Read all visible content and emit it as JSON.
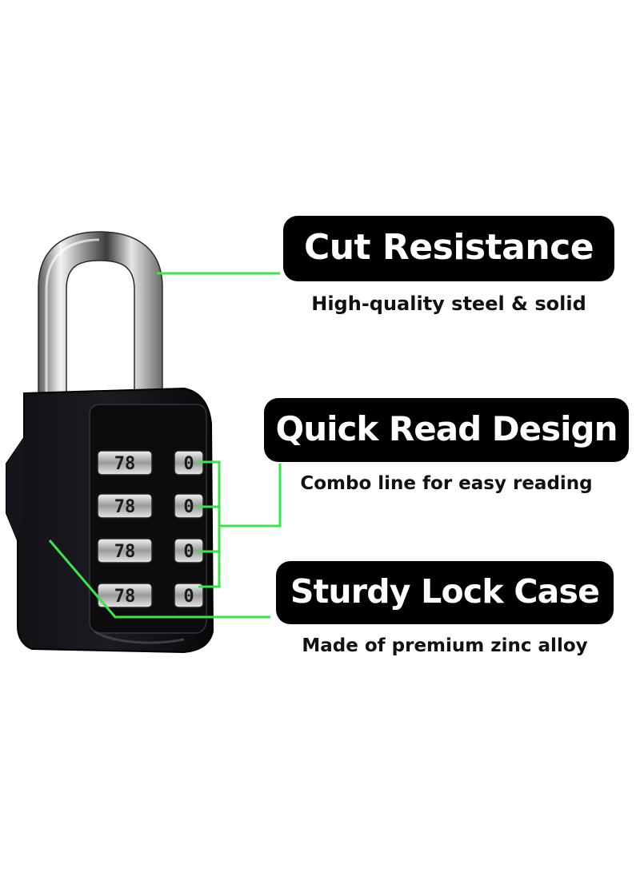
{
  "features": {
    "cut_resistance": {
      "title": "Cut Resistance",
      "subtitle": "High-quality steel & solid"
    },
    "quick_read": {
      "title": "Quick Read Design",
      "subtitle": "Combo line for easy reading"
    },
    "sturdy_case": {
      "title": "Sturdy Lock Case",
      "subtitle": "Made of premium zinc alloy"
    }
  },
  "lock": {
    "dial_rows": [
      {
        "left": "78",
        "right": "0"
      },
      {
        "left": "78",
        "right": "0"
      },
      {
        "left": "78",
        "right": "0"
      },
      {
        "left": "78",
        "right": "0"
      }
    ]
  },
  "colors": {
    "background": "#ffffff",
    "pill": "#000000",
    "pill_text": "#ffffff",
    "callout_line": "#39e64a",
    "lock_body": "#0a0a0c",
    "shackle": "#c8c8c8"
  }
}
